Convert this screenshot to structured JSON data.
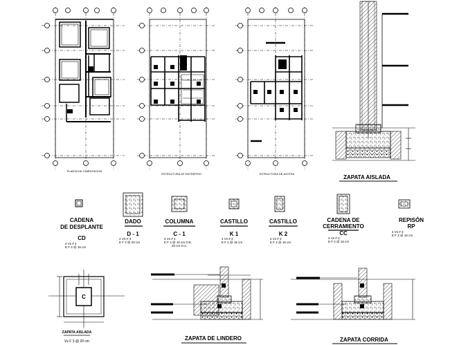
{
  "plans": {
    "foundation": "PLANTA DE CIMENTACION",
    "mezzanine": "ESTRUCTURA DE ENTREPISO",
    "roof": "ESTRUCTURA DE AZOTEA"
  },
  "details": {
    "isolated_footing": "ZAPATA AISLADA",
    "boundary_footing": "ZAPATA DE LINDERO",
    "strip_footing": "ZAPATA CORRIDA",
    "isolated_footing_small": "ZAPATA AISLADA",
    "isolated_footing_spec": "Vs F 3 @ 20 cm",
    "column_mark": "C"
  },
  "sections": [
    {
      "title1": "CADENA",
      "title2": "DE DESPLANTE",
      "code": "CD",
      "spec1": "4 Vs # 4",
      "spec2": "E F 2 @ 15 cm",
      "spec3": ""
    },
    {
      "title1": "DADO",
      "title2": "",
      "code": "D - 1",
      "spec1": "4 VS # 3",
      "spec2": "E F 2 @ 20 cm",
      "spec3": ""
    },
    {
      "title1": "COLUMNA",
      "title2": "",
      "code": "C - 1",
      "spec1": "4 Vs # 4",
      "spec2": "E F 2 @ 10 cm O.E.",
      "spec3": "20 cm O.C."
    },
    {
      "title1": "CASTILLO",
      "title2": "",
      "code": "K 1",
      "spec1": "4 Vs # 3",
      "spec2": "E F 2 @ 15 cm",
      "spec3": ""
    },
    {
      "title1": "CASTILLO",
      "title2": "",
      "code": "K 2",
      "spec1": "4 Vs # 3",
      "spec2": "E F 2 @ 15 cm",
      "spec3": ""
    },
    {
      "title1": "CADENA DE",
      "title2": "CERRAMIENTO",
      "code": "CC",
      "spec1": "4 Vs # 3",
      "spec2": "E F 2 @ 15 cm",
      "spec3": ""
    },
    {
      "title1": "REPISÓN",
      "title2": "RP",
      "code": "",
      "spec1": "4 Vs # 3",
      "spec2": "E F 2 @ 15 cm",
      "spec3": ""
    }
  ]
}
